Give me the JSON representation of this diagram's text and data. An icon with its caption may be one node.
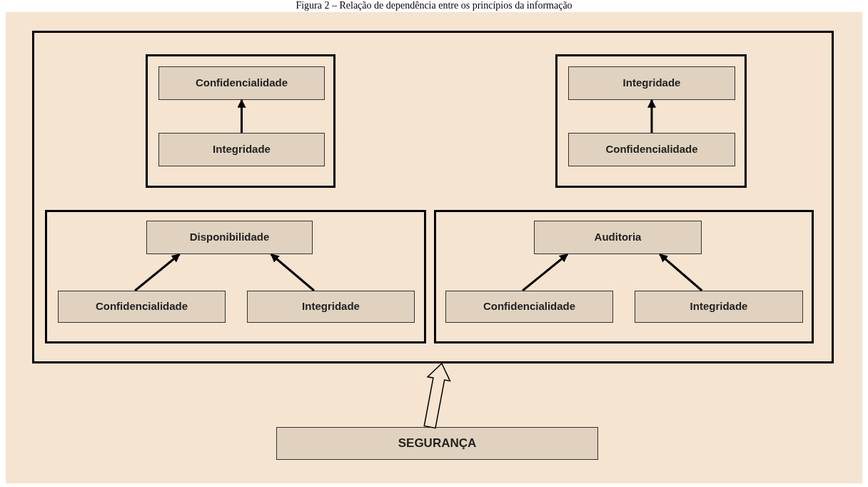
{
  "diagram": {
    "title": "Figura 2 – Relação de dependência entre os princípios da informação",
    "nodes": [
      {
        "text": [],
        "shape": "box"
      },
      {
        "text": [],
        "shape": "box",
        "in": 0
      },
      {
        "text": [
          "Confidencialidade"
        ],
        "in": 1
      },
      {
        "text": [
          "Integridade"
        ],
        "in": 1
      },
      {
        "text": [],
        "shape": "box",
        "in": 0
      },
      {
        "text": [
          "Integridade"
        ],
        "in": 4
      },
      {
        "text": [
          "Confidencialidade"
        ],
        "in": 4
      },
      {
        "text": [],
        "shape": "box",
        "in": 0
      },
      {
        "text": [
          "Disponibilidade"
        ],
        "in": 7
      },
      {
        "text": [
          "Confidencialidade"
        ],
        "in": 7
      },
      {
        "text": [
          "Integridade"
        ],
        "in": 7
      },
      {
        "text": [],
        "shape": "box",
        "in": 0
      },
      {
        "text": [
          "Auditoria"
        ],
        "in": 11
      },
      {
        "text": [
          "Confidencialidade"
        ],
        "in": 11
      },
      {
        "text": [
          "Integridade"
        ],
        "in": 11
      },
      {
        "text": [
          "SEGURANÇA"
        ]
      }
    ],
    "edges": [
      {
        "from": 3,
        "to": 2,
        "arrow": "to"
      },
      {
        "from": 6,
        "to": 5,
        "arrow": "to"
      },
      {
        "from": 9,
        "to": 8,
        "arrow": "to"
      },
      {
        "from": 10,
        "to": 8,
        "arrow": "to"
      },
      {
        "from": 13,
        "to": 12,
        "arrow": "to"
      },
      {
        "from": 14,
        "to": 12,
        "arrow": "to"
      },
      {
        "from": 15,
        "to": 0,
        "arrow": "to",
        "style": "thick"
      }
    ]
  }
}
